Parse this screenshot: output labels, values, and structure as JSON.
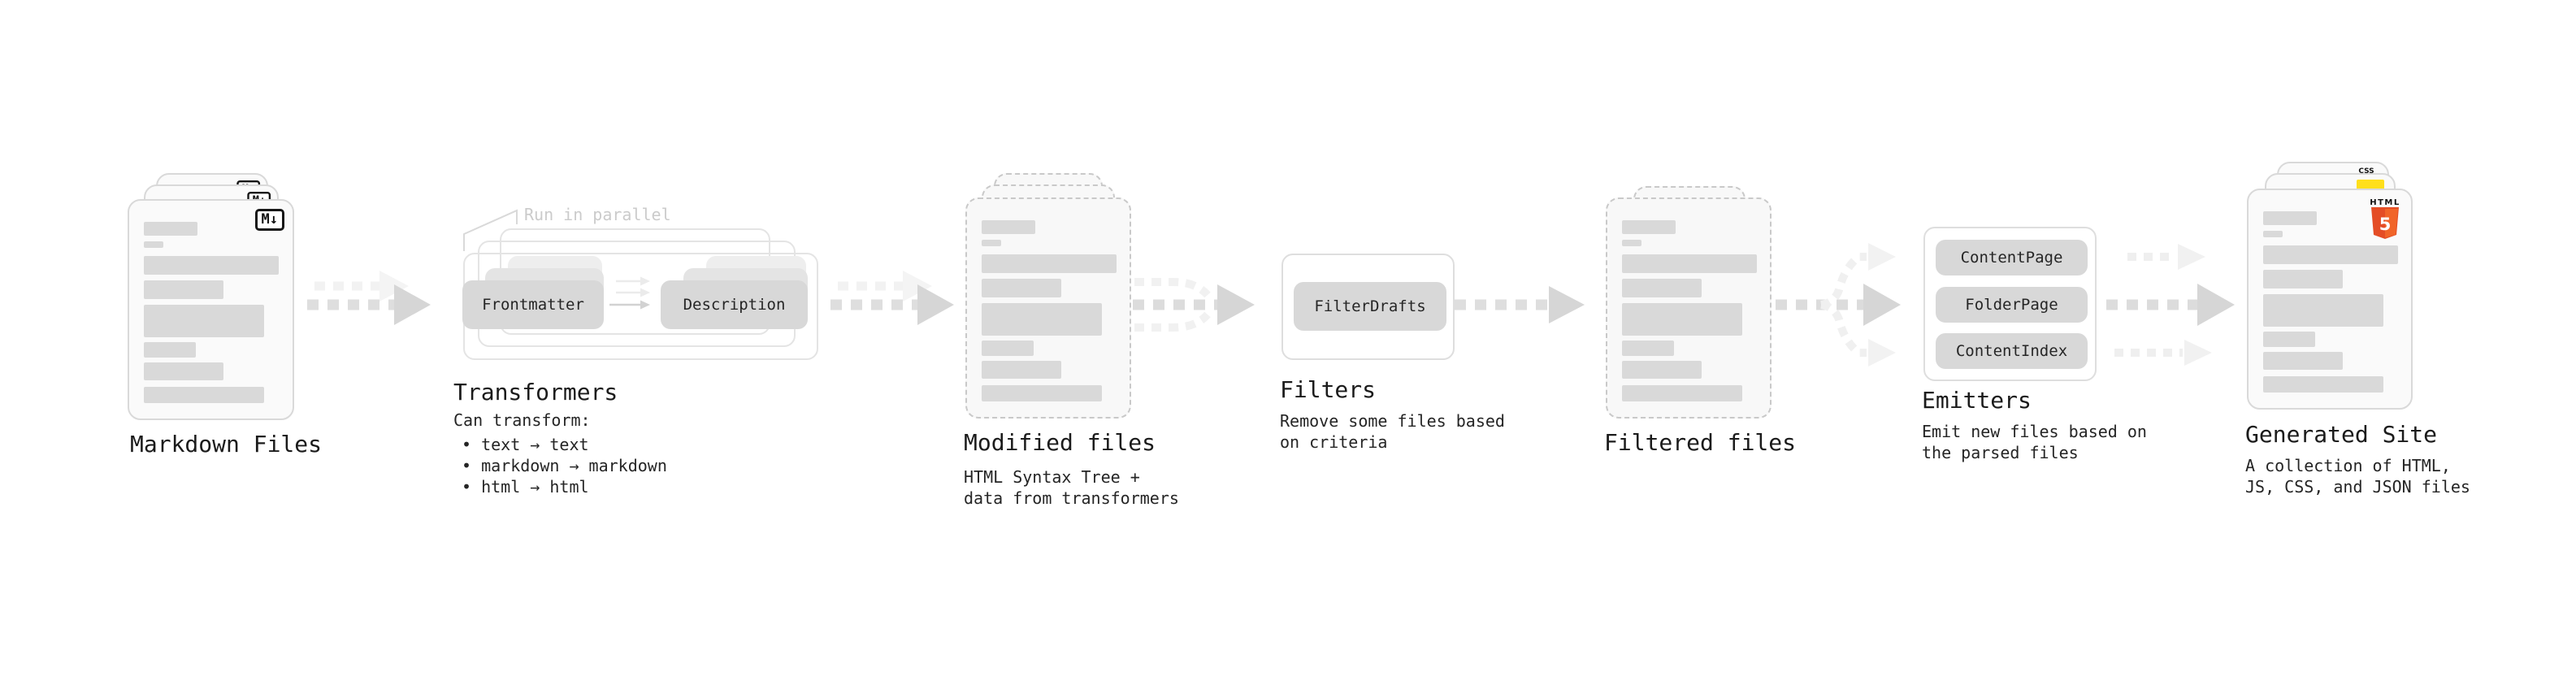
{
  "diagram": {
    "markdown": {
      "title": "Markdown Files",
      "badge": "M↓"
    },
    "transformers": {
      "note": "Run in parallel",
      "box1": "Frontmatter",
      "box2": "Description",
      "title": "Transformers",
      "desc": "Can transform:",
      "bullets": [
        "• text → text",
        "• markdown → markdown",
        "• html → html"
      ]
    },
    "modified": {
      "title": "Modified files",
      "desc1": "HTML Syntax Tree +",
      "desc2": "data from transformers"
    },
    "filters": {
      "button": "FilterDrafts",
      "title": "Filters",
      "desc1": "Remove some files based",
      "desc2": "on criteria"
    },
    "filtered": {
      "title": "Filtered files"
    },
    "emitters": {
      "buttons": [
        "ContentPage",
        "FolderPage",
        "ContentIndex"
      ],
      "title": "Emitters",
      "desc1": "Emit new files based on",
      "desc2": "the parsed files"
    },
    "generated": {
      "title": "Generated Site",
      "desc1": "A collection of HTML,",
      "desc2": "JS, CSS, and JSON files",
      "css_badge": "CSS",
      "html_badge": "HTML",
      "html_number": "5"
    }
  },
  "colors": {
    "bar": "#d9d9d9",
    "button": "#d8d8d8",
    "card_bg": "#fafafa",
    "solid_border": "#d9d9d9",
    "dashed_border": "#c9c9c9",
    "arrow": "#d6d6d6",
    "arrow_faint": "#f2f2f2",
    "css_blue": "#2d62e8",
    "js_yellow": "#ffdf1b",
    "html_orange": "#e44d26"
  }
}
